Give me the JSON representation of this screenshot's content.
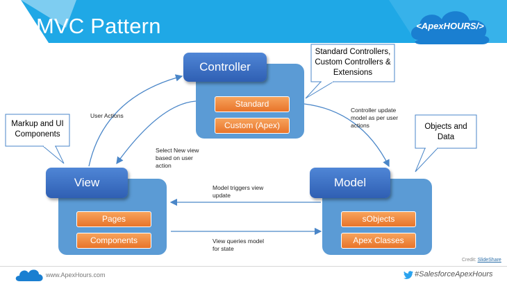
{
  "slide": {
    "title": "MVC Pattern",
    "logo_text": "<ApexHOURS/>",
    "credit_prefix": "Credit: ",
    "credit_link": "SlideShare",
    "footer_url": "www.ApexHours.com",
    "footer_hashtag": "#SalesforceApexHours"
  },
  "nodes": {
    "controller": {
      "label": "Controller",
      "items": [
        "Standard",
        "Custom (Apex)"
      ]
    },
    "view": {
      "label": "View",
      "items": [
        "Pages",
        "Components"
      ]
    },
    "model": {
      "label": "Model",
      "items": [
        "sObjects",
        "Apex Classes"
      ]
    }
  },
  "callouts": {
    "controller": "Standard Controllers, Custom Controllers & Extensions",
    "view": "Markup and UI Components",
    "model": "Objects and Data"
  },
  "edges": {
    "user_actions": "User Actions",
    "controller_update_model": "Controller update model as per user actions",
    "select_new_view": "Select New view based on user action",
    "model_triggers_view": "Model triggers view update",
    "view_queries_model": "View queries model for state"
  },
  "colors": {
    "header_blue": "#1fa8e6",
    "node_blue": "#2f5fb3",
    "group_blue": "#5b9bd5",
    "pill_orange": "#e8742a",
    "arrow_blue": "#4a86c8"
  }
}
